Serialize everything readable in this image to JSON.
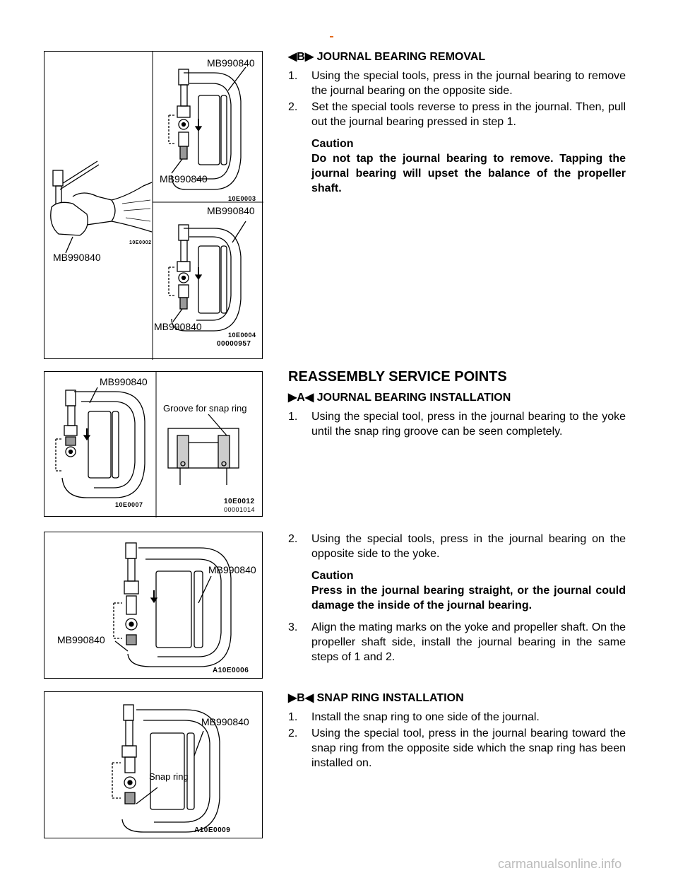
{
  "fig1": {
    "label_top": "MB990840",
    "label_mid": "MB990840",
    "code_a": "10E0003",
    "label_right_lower_top": "MB990840",
    "label_left": "MB990840",
    "code_b": "10E0002",
    "label_bottom": "MB990840",
    "code_c": "10E0004",
    "code_d": "00000957"
  },
  "fig2": {
    "label_tool": "MB990840",
    "label_groove": "Groove for snap ring",
    "code_a": "10E0007",
    "code_b": "10E0012",
    "code_c": "00001014"
  },
  "fig3": {
    "label_right": "MB990840",
    "label_left": "MB990840",
    "code": "A10E0006"
  },
  "fig4": {
    "label_tool": "MB990840",
    "label_snap": "Snap ring",
    "code": "A10E0009"
  },
  "sec1": {
    "heading_left": "◀B▶",
    "heading": "JOURNAL BEARING REMOVAL",
    "items": [
      {
        "num": "1.",
        "text": "Using the special tools, press in the journal bearing to remove the journal bearing on the opposite side."
      },
      {
        "num": "2.",
        "text": "Set the special tools reverse to press in the journal. Then, pull out the journal bearing pressed in step 1."
      }
    ],
    "caution_title": "Caution",
    "caution_body": "Do not tap the journal bearing to remove. Tapping the journal bearing will upset the balance of the propeller shaft."
  },
  "reassembly_heading": "REASSEMBLY SERVICE POINTS",
  "sec2": {
    "heading_left": "▶A◀",
    "heading": "JOURNAL BEARING INSTALLATION",
    "items": [
      {
        "num": "1.",
        "text": "Using the special tool, press in the journal bearing to the yoke until the snap ring groove can be seen completely."
      }
    ]
  },
  "sec3": {
    "items": [
      {
        "num": "2.",
        "text": "Using the special tools, press in the journal bearing on the opposite side to the yoke."
      }
    ],
    "caution_title": "Caution",
    "caution_body": "Press in the journal bearing straight, or the journal could damage the inside of the journal bearing.",
    "items2": [
      {
        "num": "3.",
        "text": "Align the mating marks on the yoke and propeller shaft. On the propeller shaft side, install the journal bearing in the same steps of  1 and 2."
      }
    ]
  },
  "sec4": {
    "heading_left": "▶B◀",
    "heading": "SNAP RING INSTALLATION",
    "items": [
      {
        "num": "1.",
        "text": "Install the snap ring to one side of the journal."
      },
      {
        "num": "2.",
        "text": "Using the special tool, press in the journal bearing toward the snap ring from the opposite side which the snap ring has been installed on."
      }
    ]
  },
  "footer": "carmanualsonline.info"
}
